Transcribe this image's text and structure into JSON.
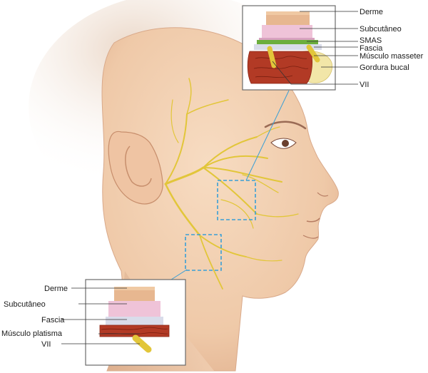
{
  "top_inset": {
    "labels": [
      "Derme",
      "Subcutâneo",
      "SMAS",
      "Fascia",
      "Músculo masseter",
      "Gordura bucal",
      "VII"
    ]
  },
  "bottom_inset": {
    "labels": [
      "Derme",
      "Subcutâneo",
      "Fascia",
      "Músculo platisma",
      "VII"
    ]
  },
  "colors": {
    "skin": "#f3d2b5",
    "skin_shadow": "#d9a98a",
    "nerve": "#e2c63a",
    "dashed_box": "#3a9fd6",
    "dermis": "#e7b790",
    "subcutaneous": "#efc3d8",
    "smas": "#6cae3d",
    "fascia": "#d9dcea",
    "muscle": "#b23a25",
    "fat": "#f2e6a8"
  }
}
